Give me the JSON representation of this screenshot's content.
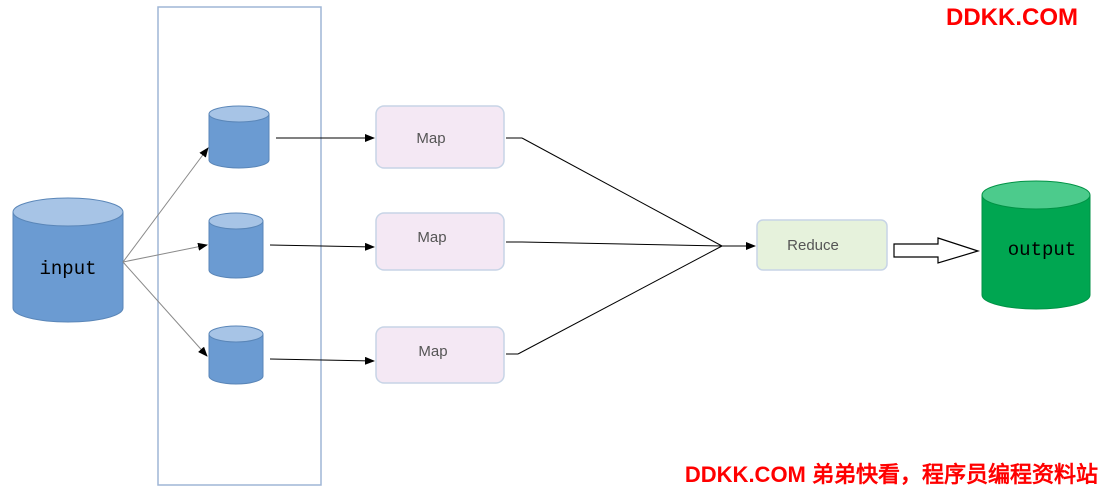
{
  "diagram": {
    "input_label": "input",
    "map_labels": [
      "Map",
      "Map",
      "Map"
    ],
    "reduce_label": "Reduce",
    "output_label": "output"
  },
  "watermark": {
    "top": "DDKK.COM",
    "bottom": "DDKK.COM 弟弟快看，程序员编程资料站"
  },
  "colors": {
    "input_db": "#6b9bd2",
    "split_db": "#6b9bd2",
    "map_fill": "#f4e8f4",
    "reduce_fill": "#e6f2dc",
    "output_db": "#00a651",
    "watermark": "#ff0000"
  }
}
